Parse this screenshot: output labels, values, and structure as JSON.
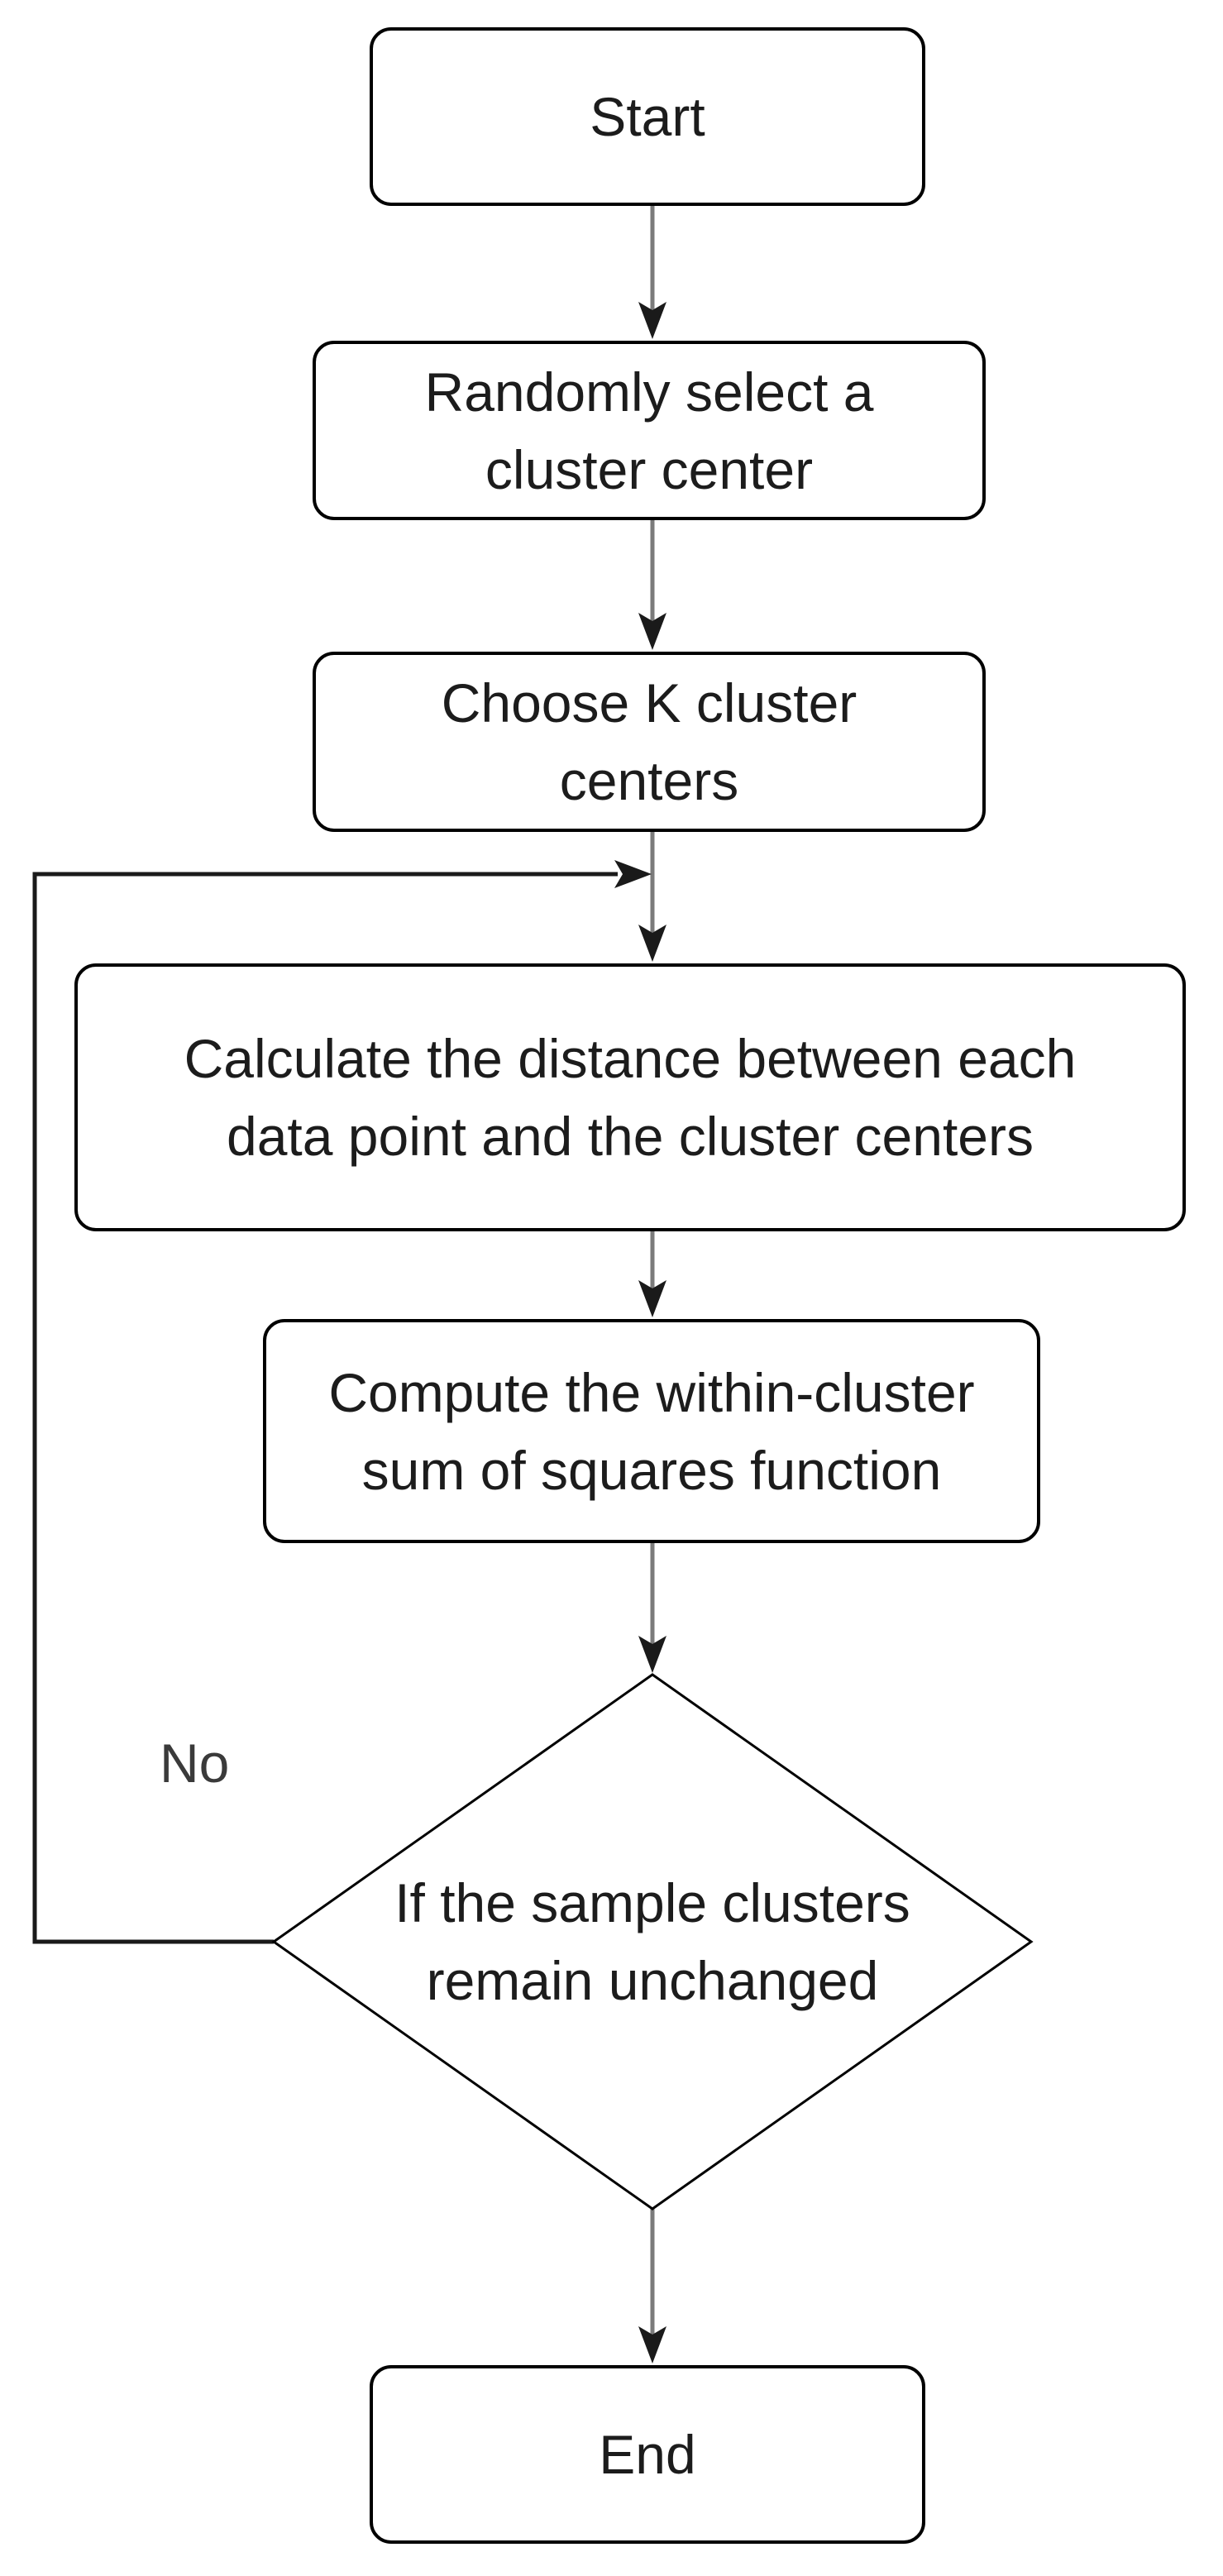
{
  "flowchart": {
    "nodes": {
      "start": {
        "type": "terminator",
        "label": "Start"
      },
      "select": {
        "type": "process",
        "label": "Randomly select a\ncluster center"
      },
      "choose": {
        "type": "process",
        "label": "Choose K cluster\ncenters"
      },
      "calculate": {
        "type": "process",
        "label": "Calculate the distance between each\ndata point and the cluster centers"
      },
      "compute": {
        "type": "process",
        "label": "Compute the within-cluster\nsum of squares function"
      },
      "decision": {
        "type": "decision",
        "label": "If the sample clusters\nremain unchanged"
      },
      "end": {
        "type": "terminator",
        "label": "End"
      }
    },
    "edge_labels": {
      "no": "No"
    },
    "edges": [
      {
        "from": "start",
        "to": "select"
      },
      {
        "from": "select",
        "to": "choose"
      },
      {
        "from": "choose",
        "to": "calculate"
      },
      {
        "from": "calculate",
        "to": "compute"
      },
      {
        "from": "compute",
        "to": "decision"
      },
      {
        "from": "decision",
        "to": "end"
      },
      {
        "from": "decision",
        "to": "calculate",
        "label": "No",
        "route": "left-loop merging into choose-to-calculate connector"
      }
    ],
    "colors": {
      "background": "#ffffff",
      "shape_border": "#000000",
      "connector_gray": "#7b7b7b",
      "loop_line": "#1a1a1a",
      "text": "#1c1c1c"
    }
  }
}
